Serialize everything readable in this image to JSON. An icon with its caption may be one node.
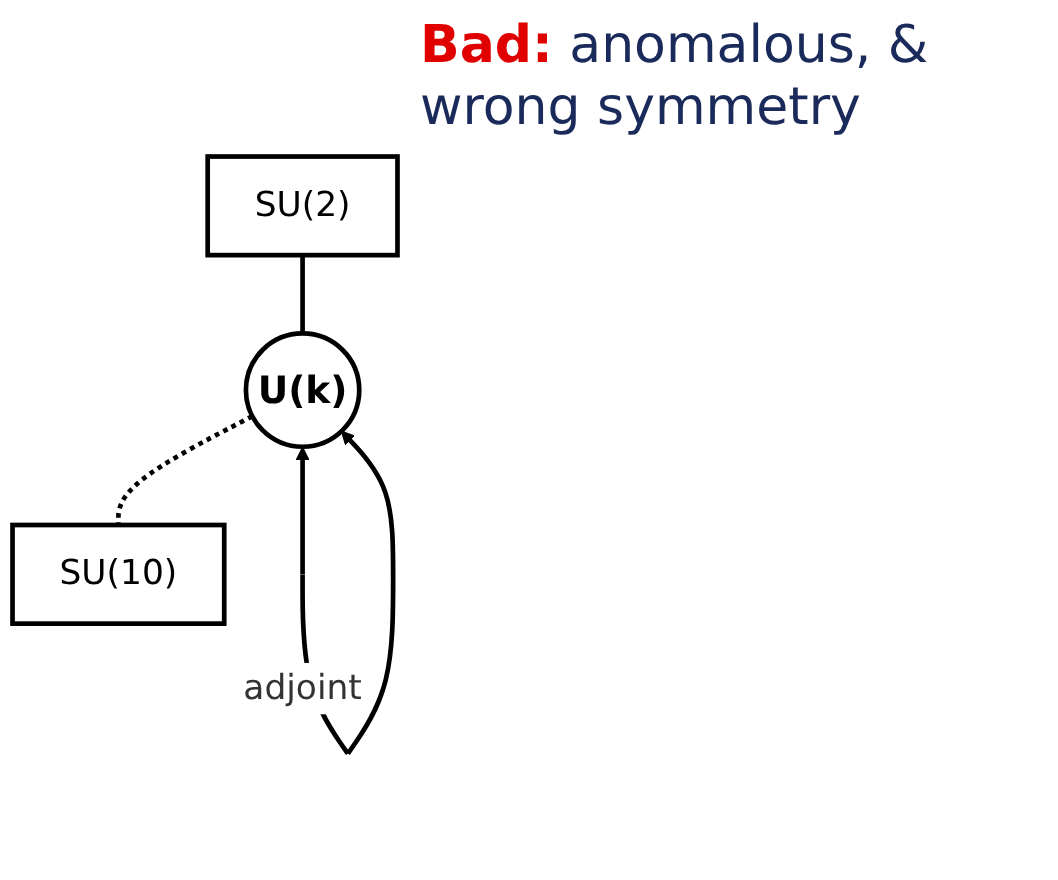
{
  "diagram": {
    "nodes": [
      {
        "text": [
          "SU(2)"
        ]
      },
      {
        "text": [
          "U(k)"
        ]
      },
      {
        "text": [
          "SU(10)"
        ]
      }
    ],
    "edges": [
      {
        "from": 0,
        "to": 1,
        "arrow": "none"
      },
      {
        "from": 1,
        "to": 2,
        "arrow": "none",
        "style": "dashed"
      },
      {
        "from": 1,
        "to": 1,
        "arrow": "both",
        "label": "adjoint"
      }
    ],
    "labels": [
      "**Bad:** anomalous, & wrong symmetry"
    ]
  }
}
